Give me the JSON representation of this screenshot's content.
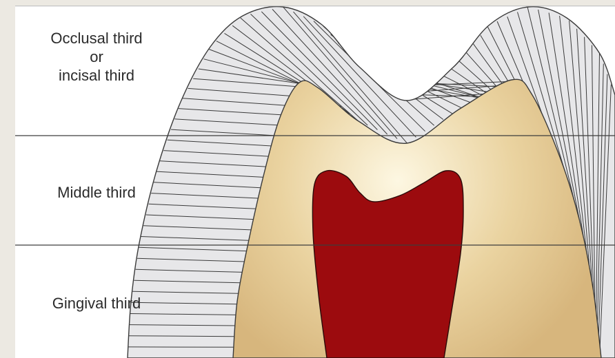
{
  "labels": {
    "occlusal": [
      "Occlusal third",
      "or",
      "incisal third"
    ],
    "middle": "Middle third",
    "gingival": "Gingival third"
  },
  "colors": {
    "background": "#ece9e2",
    "panel": "#ffffff",
    "enamel": "#e7e7e9",
    "enamel_rods": "#3a3a3a",
    "dentin_light": "#fbf3da",
    "dentin_dark": "#d7b67d",
    "pulp": "#9c0b0e",
    "divider_lines": "#3c3c3c"
  }
}
